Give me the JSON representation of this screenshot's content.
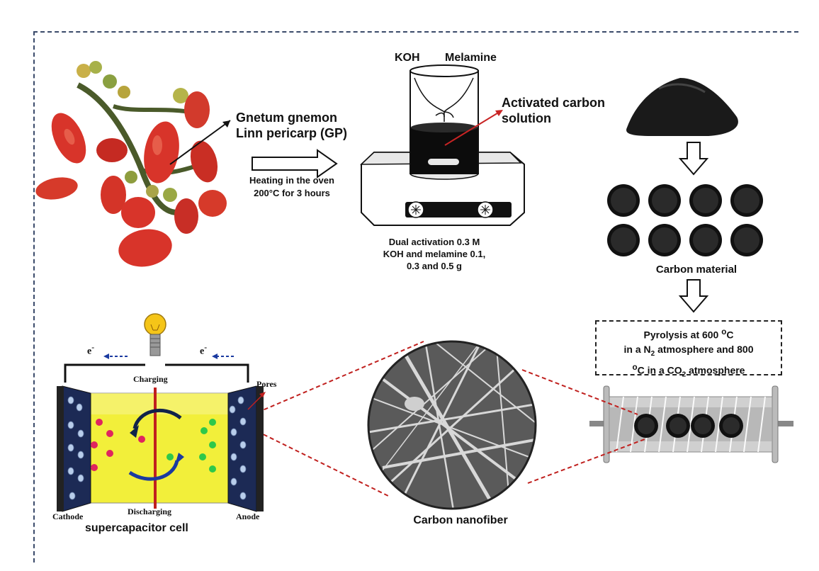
{
  "labels": {
    "fruit": "Gnetum gnemon Linn pericarp (GP)",
    "heating": "Heating in the oven 200°C for 3 hours",
    "koh": "KOH",
    "melamine": "Melamine",
    "activated": "Activated carbon solution",
    "dual": "Dual activation 0.3 M KOH and melamine 0.1, 0.3 and 0.5 g",
    "carbon_material": "Carbon material",
    "pyrolysis_line1": "Pyrolysis at 600 ",
    "pyrolysis_line2": "in a N",
    "pyrolysis_line3": "C in a CO",
    "carbon_nanofiber": "Carbon nanofiber",
    "supercapacitor": "supercapacitor cell",
    "cathode": "Cathode",
    "anode": "Anode",
    "charging": "Charging",
    "discharging": "Discharging",
    "pores": "Pores",
    "electron": "e"
  },
  "colors": {
    "fruit_red": "#d8342a",
    "electrolyte_yellow": "#f2ef3a",
    "electrode_navy": "#1c2a55",
    "ion_red": "#e0245e",
    "ion_green": "#2ec84a",
    "ion_blue": "#b8cdea",
    "dashed_red": "#c0201e"
  },
  "icons": [
    "light-bulb-icon",
    "arrow-right-icon",
    "arrow-down-icon"
  ]
}
